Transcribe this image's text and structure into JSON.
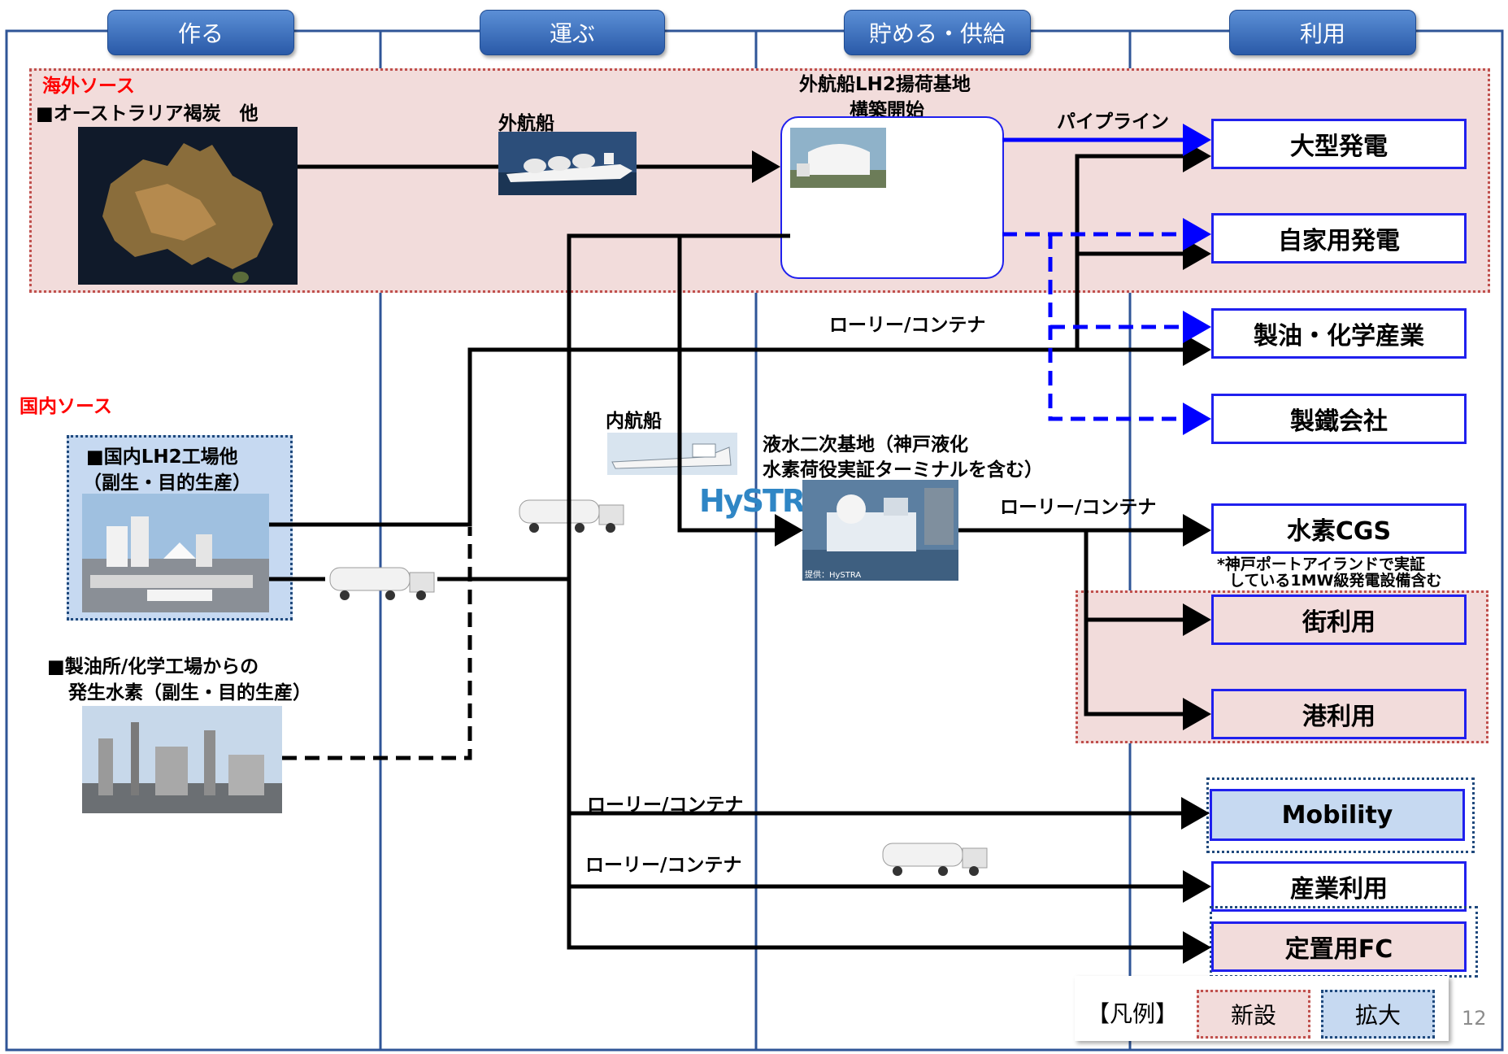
{
  "headers": [
    "作る",
    "運ぶ",
    "貯める・供給",
    "利用"
  ],
  "overseas": {
    "title": "海外ソース",
    "source": "■オーストラリア褐炭　他"
  },
  "domestic": {
    "title": "国内ソース",
    "lh2_line1": "■国内LH2工場他",
    "lh2_line2": "（副生・目的生産）",
    "refinery_line1": "■製油所/化学工場からの",
    "refinery_line2": "発生水素（副生・目的生産）"
  },
  "transport": {
    "ocean_ship": "外航船",
    "coastal_ship": "内航船",
    "pipeline": "パイプライン",
    "lorry": "ローリー/コンテナ"
  },
  "storage": {
    "import_base_line1": "外航船LH2揚荷基地",
    "import_base_line2": "構築開始",
    "secondary_line1": "液水二次基地（神戸液化",
    "secondary_line2": "水素荷役実証ターミナルを含む）",
    "hystra_logo": "HySTRA",
    "photo_credit": "提供：HySTRA"
  },
  "destinations": [
    "大型発電",
    "自家用発電",
    "製油・化学産業",
    "製鐵会社",
    "水素CGS",
    "街利用",
    "港利用",
    "Mobility",
    "産業利用",
    "定置用FC"
  ],
  "cgs_note": {
    "line1": "*神戸ポートアイランドで実証",
    "line2": "している1MW級発電設備含む"
  },
  "legend": {
    "title": "【凡例】",
    "new": "新設",
    "expand": "拡大"
  },
  "page_number": "12",
  "colors": {
    "header": "#2a5aa8",
    "new_fill": "#f2dcdb",
    "new_border": "#c0504d",
    "expand_fill": "#c6d9f1",
    "expand_border": "#1f497d",
    "arrow": "#000000",
    "blue_arrow": "#0000ff"
  }
}
